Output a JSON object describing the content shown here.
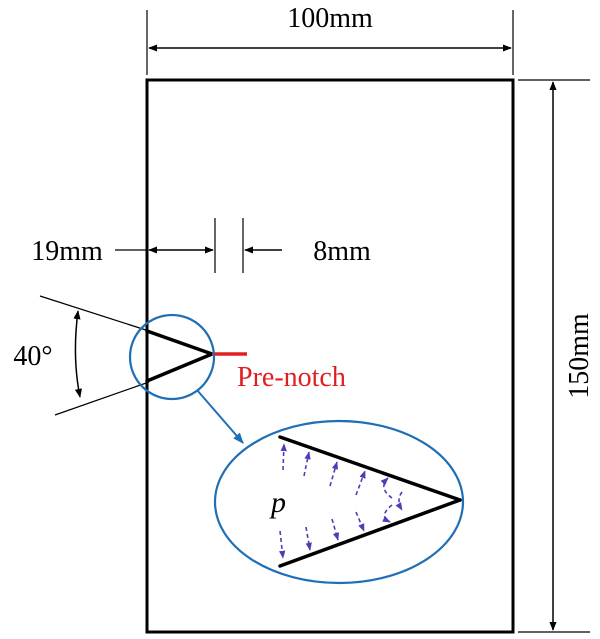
{
  "labels": {
    "width": "100mm",
    "height": "150mm",
    "offset": "19mm",
    "notch_depth": "8mm",
    "angle": "40°",
    "pre_notch": "Pre-notch",
    "pressure": "p"
  },
  "colors": {
    "outline": "#000000",
    "pre_notch": "#e02020",
    "callout": "#1f6fb6",
    "pressure_arrows": "#4a3fb5"
  }
}
